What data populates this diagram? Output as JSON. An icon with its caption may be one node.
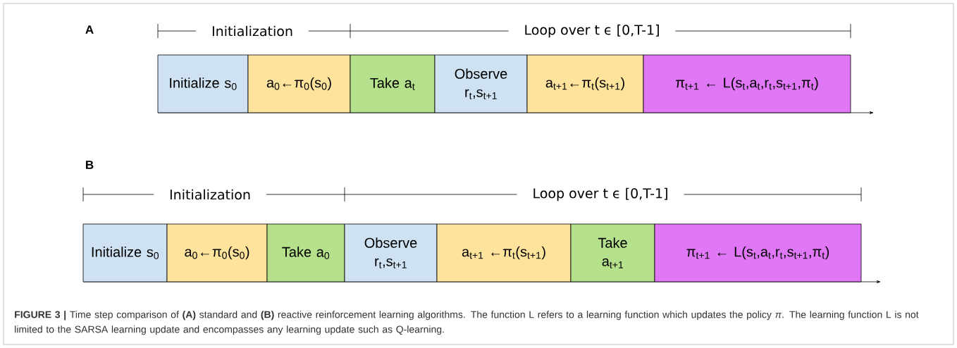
{
  "diagram": {
    "caption": "**FIGURE 3 |** Time step comparison of **(A)** standard and **(B)** reactive reinforcement learning algorithms. The function L refers to a learning function which updates the policy *π*. The learning function L is not limited to the SARSA learning update and encompasses any learning update such as Q-learning.",
    "nodes": [
      {
        "text": [
          "Initialize s$_{0}$"
        ]
      },
      {
        "text": [
          "a$_{0}$←π$_{0}$(s$_{0}$)"
        ]
      },
      {
        "text": [
          "Take a$_{t}$"
        ]
      },
      {
        "text": [
          "Observe r$_{t}$,s$_{t+1}$"
        ]
      },
      {
        "text": [
          "a$_{t+1}$←π$_{t}$(s$_{t+1}$)"
        ]
      },
      {
        "text": [
          "π$_{t+1}$ ← L(s$_{t}$,a$_{t}$,r$_{t}$,s$_{t+1}$,π$_{t}$)"
        ]
      },
      {
        "text": [
          "Initialize s$_{0}$"
        ]
      },
      {
        "text": [
          "a$_{0}$←π$_{0}$(s$_{0}$)"
        ]
      },
      {
        "text": [
          "Take a$_{0}$"
        ]
      },
      {
        "text": [
          "Observe r$_{t}$,s$_{t+1}$"
        ]
      },
      {
        "text": [
          "a$_{t+1}$ ←π$_{t}$(s$_{t+1}$)"
        ]
      },
      {
        "text": [
          "Take a$_{t+1}$"
        ]
      },
      {
        "text": [
          "π$_{t+1}$ ← L(s$_{t}$,a$_{t}$,r$_{t}$,s$_{t+1}$,π$_{t}$)"
        ]
      }
    ],
    "edges": [],
    "labels": [
      "A",
      "Initialization",
      "Loop over t ϵ [0,T-1]",
      "B",
      "Initialization",
      "Loop over t ϵ [0,T-1]"
    ]
  }
}
